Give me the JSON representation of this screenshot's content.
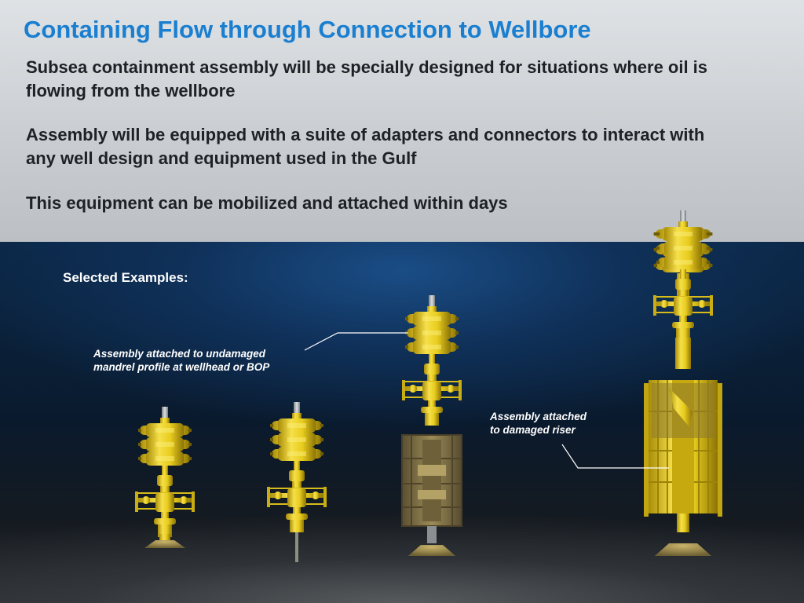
{
  "slide": {
    "title": "Containing Flow through Connection to Wellbore",
    "bullets": [
      "Subsea containment assembly will be specially designed for situations where oil is flowing from the wellbore",
      "Assembly will be equipped with a suite of adapters and connectors to interact with any well design and equipment used in the Gulf",
      "This equipment can be mobilized and attached within days"
    ]
  },
  "examples": {
    "heading": "Selected Examples:",
    "caption_undamaged_line1": "Assembly attached to undamaged",
    "caption_undamaged_line2": "mandrel profile at wellhead or BOP",
    "caption_damaged_line1": "Assembly attached",
    "caption_damaged_line2": "to damaged riser"
  },
  "colors": {
    "title": "#1a7fd0",
    "equipment_yellow": "#e8cc1e",
    "equipment_khaki": "#8e7d4c",
    "sea_blue": "#0f3058"
  },
  "icons": [
    "subsea-containment-assembly-icon",
    "riser-frame-icon"
  ]
}
